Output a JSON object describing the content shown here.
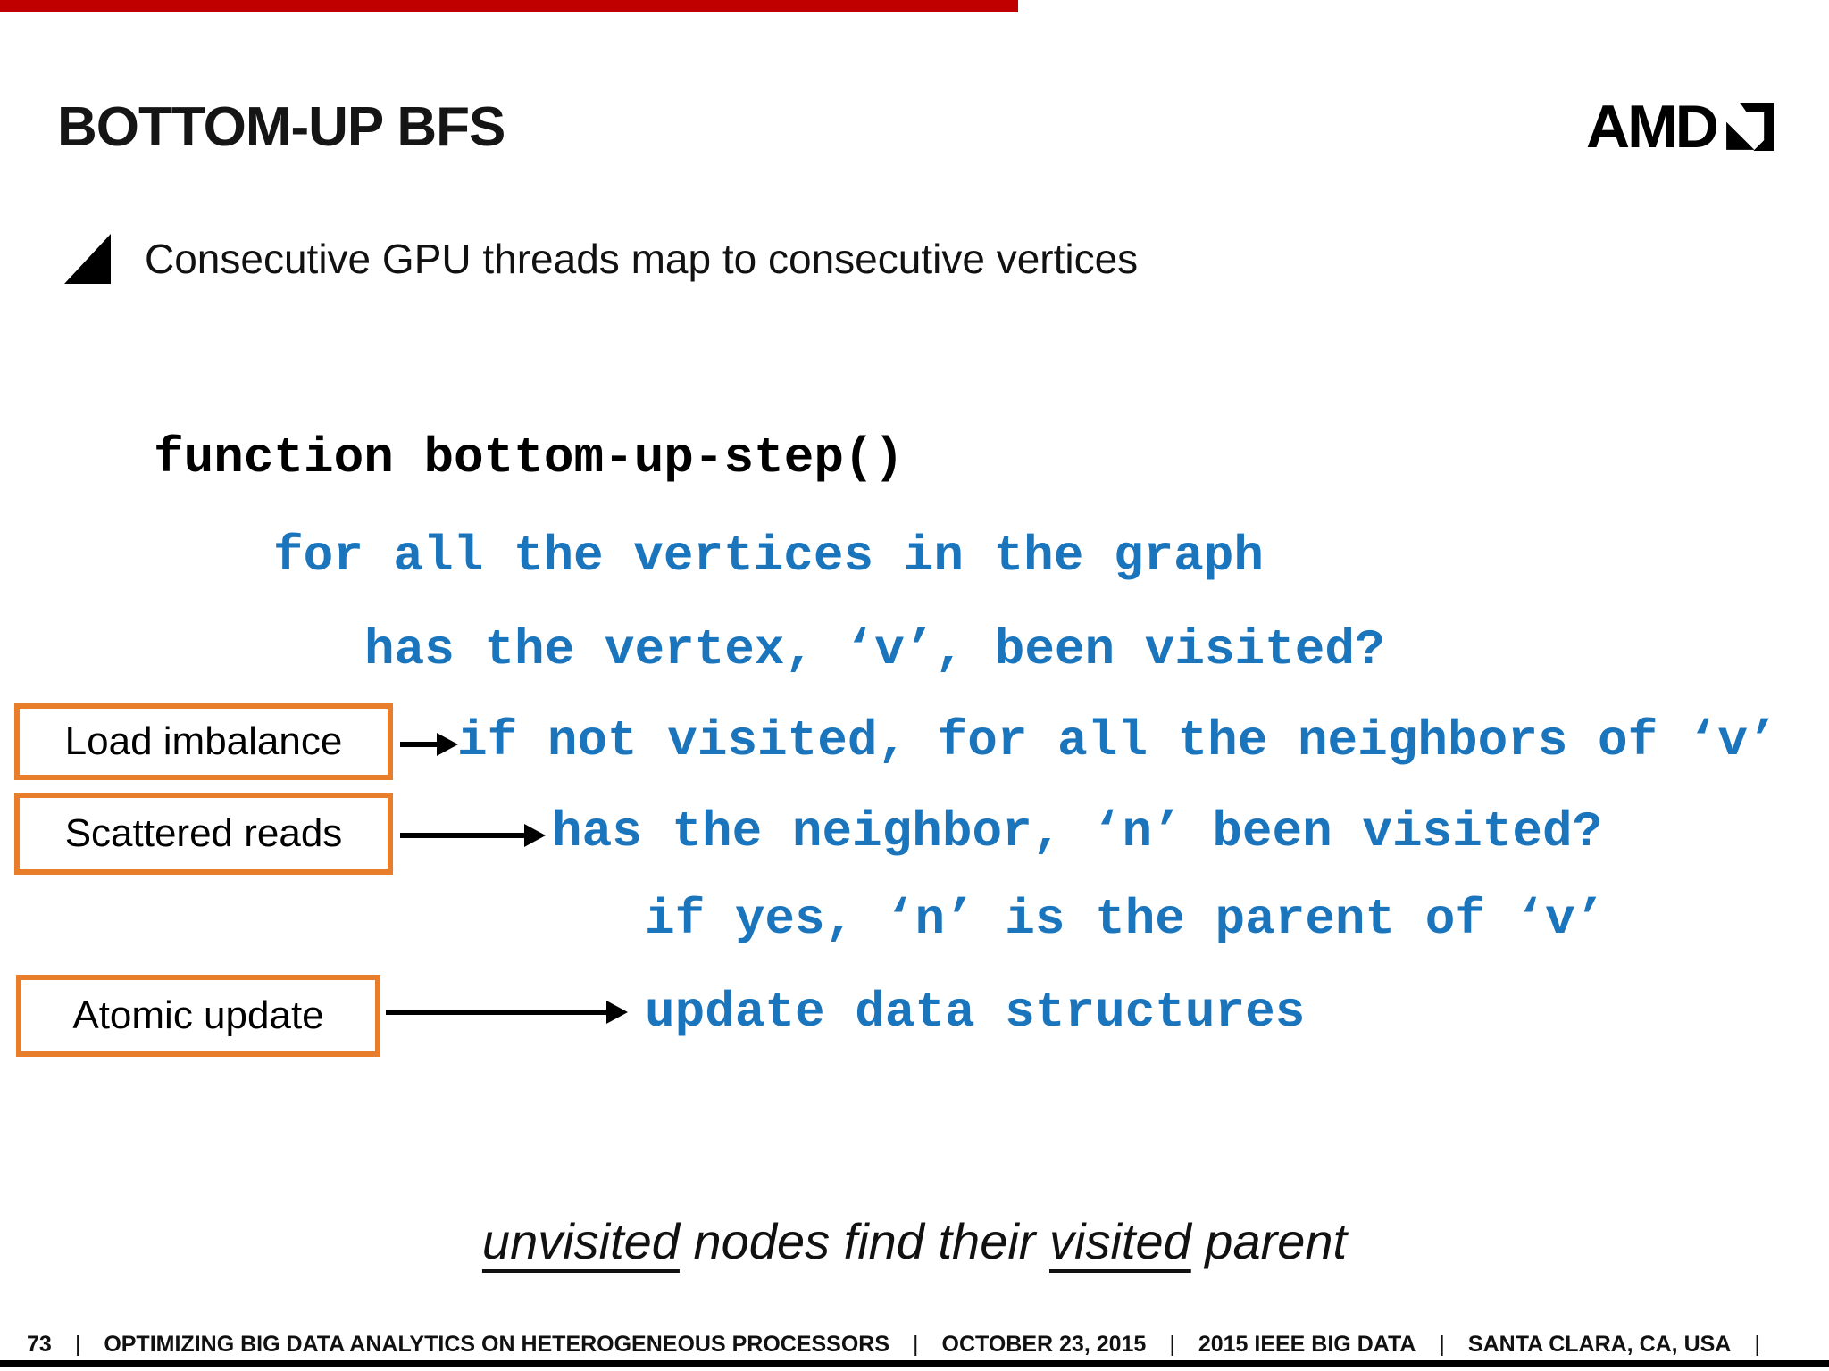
{
  "header": {
    "title": "BOTTOM-UP BFS",
    "logo_text": "AMD"
  },
  "bullet": {
    "text": "Consecutive GPU threads map to consecutive vertices"
  },
  "code": {
    "lines": [
      {
        "text": "function bottom-up-step()",
        "color": "black"
      },
      {
        "text": "for all the vertices in the graph",
        "color": "blue"
      },
      {
        "text": "has the vertex, ‘v’, been visited?",
        "color": "blue"
      },
      {
        "text": "if not visited, for all the neighbors of ‘v’",
        "color": "blue"
      },
      {
        "text": "has the neighbor, ‘n’ been visited?",
        "color": "blue"
      },
      {
        "text": "if yes, ‘n’ is the parent of ‘v’",
        "color": "blue"
      },
      {
        "text": "update data structures",
        "color": "blue"
      }
    ]
  },
  "callouts": [
    {
      "label": "Load imbalance"
    },
    {
      "label": "Scattered reads"
    },
    {
      "label": "Atomic update"
    }
  ],
  "conclusion": {
    "seg1": "unvisited",
    "seg2": " nodes find their ",
    "seg3": "visited",
    "seg4": " parent"
  },
  "footer": {
    "page": "73",
    "separator": "|",
    "items": [
      "OPTIMIZING BIG DATA ANALYTICS ON HETEROGENEOUS PROCESSORS",
      "OCTOBER 23, 2015",
      "2015 IEEE BIG DATA",
      "SANTA CLARA, CA, USA"
    ]
  },
  "colors": {
    "code_blue": "#1b75bc",
    "callout_orange": "#e87e2b",
    "progress_red": "#c00000"
  }
}
